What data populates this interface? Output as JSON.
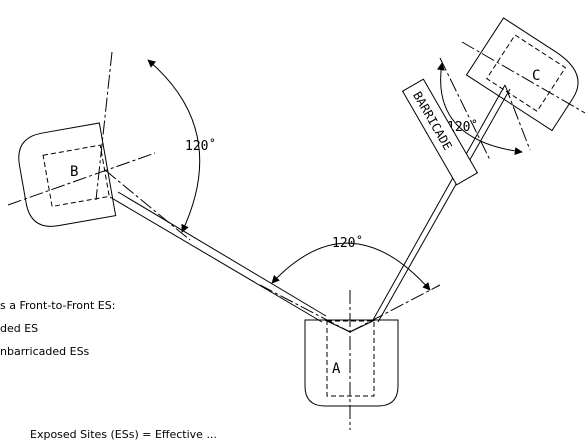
{
  "labels": {
    "structure_a": "A",
    "structure_b": "B",
    "structure_c": "C",
    "barricade": "BARRICADE",
    "angle_b": "120˚",
    "angle_a": "120˚",
    "angle_c": "120˚"
  },
  "notes": [
    "s a Front-to-Front ES:",
    "ded ES",
    "nbarricaded ESs",
    "Exposed Sites (ESs) = Effective ..."
  ]
}
